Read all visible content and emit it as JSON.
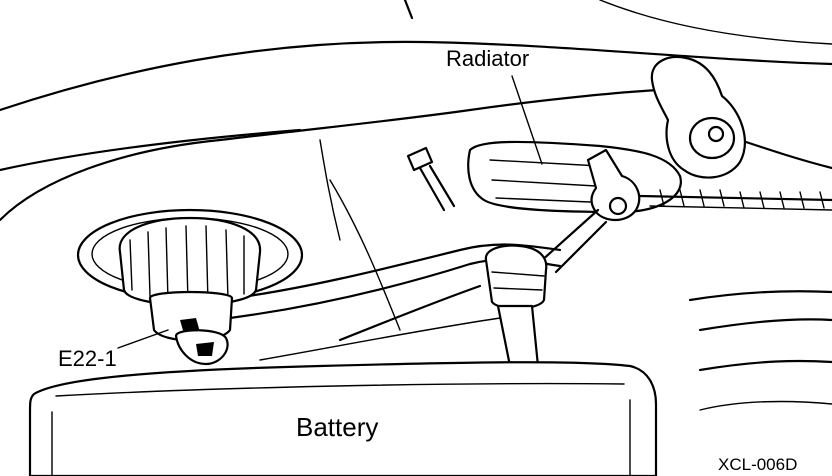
{
  "labels": {
    "radiator": "Radiator",
    "connector": "E22-1",
    "battery": "Battery",
    "figure_code": "XCL-006D"
  }
}
